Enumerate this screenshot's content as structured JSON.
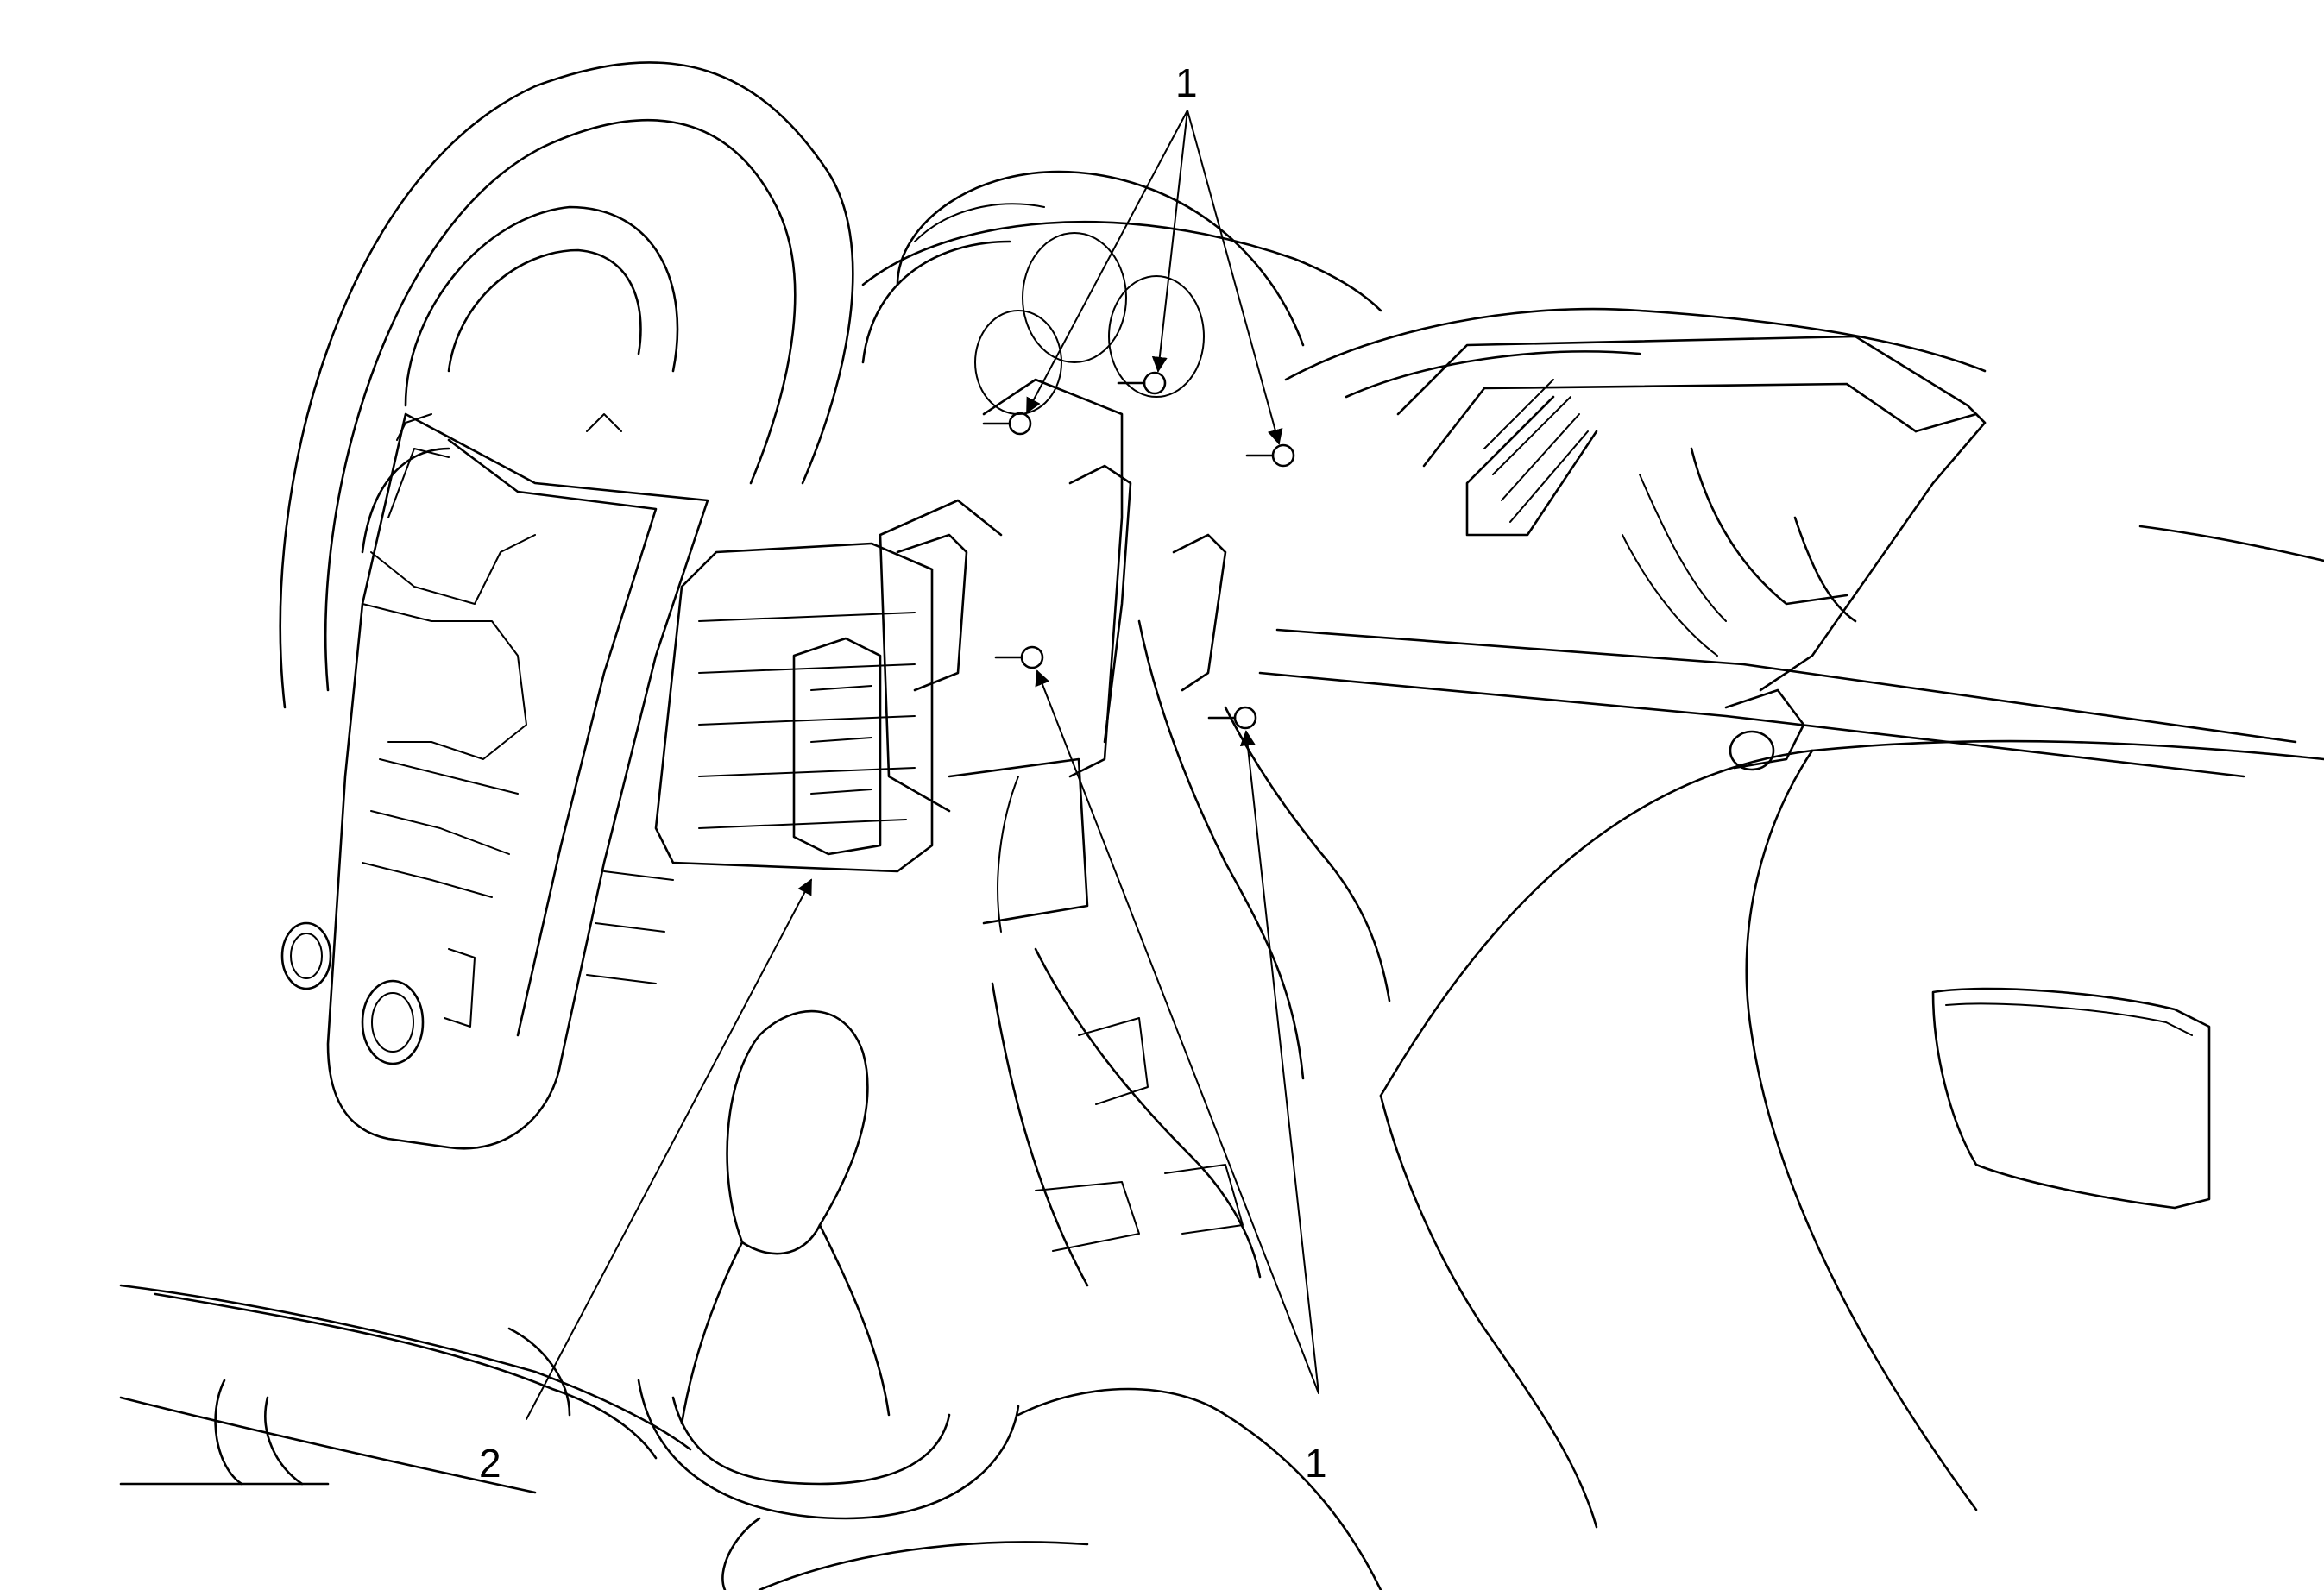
{
  "callouts": {
    "screws_top": "1",
    "screws_bottom": "1",
    "bezel": "2"
  },
  "colors": {
    "line": "#000000",
    "background": "#ffffff"
  }
}
